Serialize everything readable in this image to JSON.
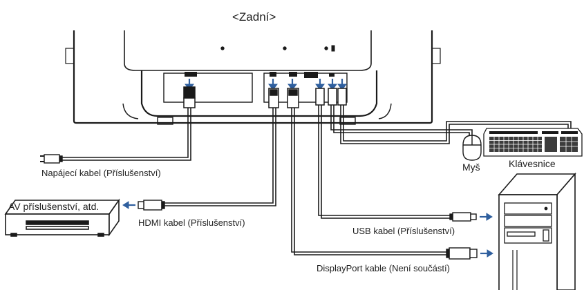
{
  "title": "<Zadní>",
  "labels": {
    "power_cable": "Napájecí kabel (Příslušenství)",
    "av_device": "AV příslušenství, atd.",
    "hdmi_cable": "HDMI kabel (Příslušenství)",
    "usb_cable": "USB kabel (Příslušenství)",
    "displayport_cable": "DisplayPort kable (Není součástí)",
    "mouse": "Myš",
    "keyboard": "Klávesnice"
  },
  "colors": {
    "line": "#1a1a1a",
    "arrow_accent": "#2f5f9e",
    "outline": "#000000"
  }
}
